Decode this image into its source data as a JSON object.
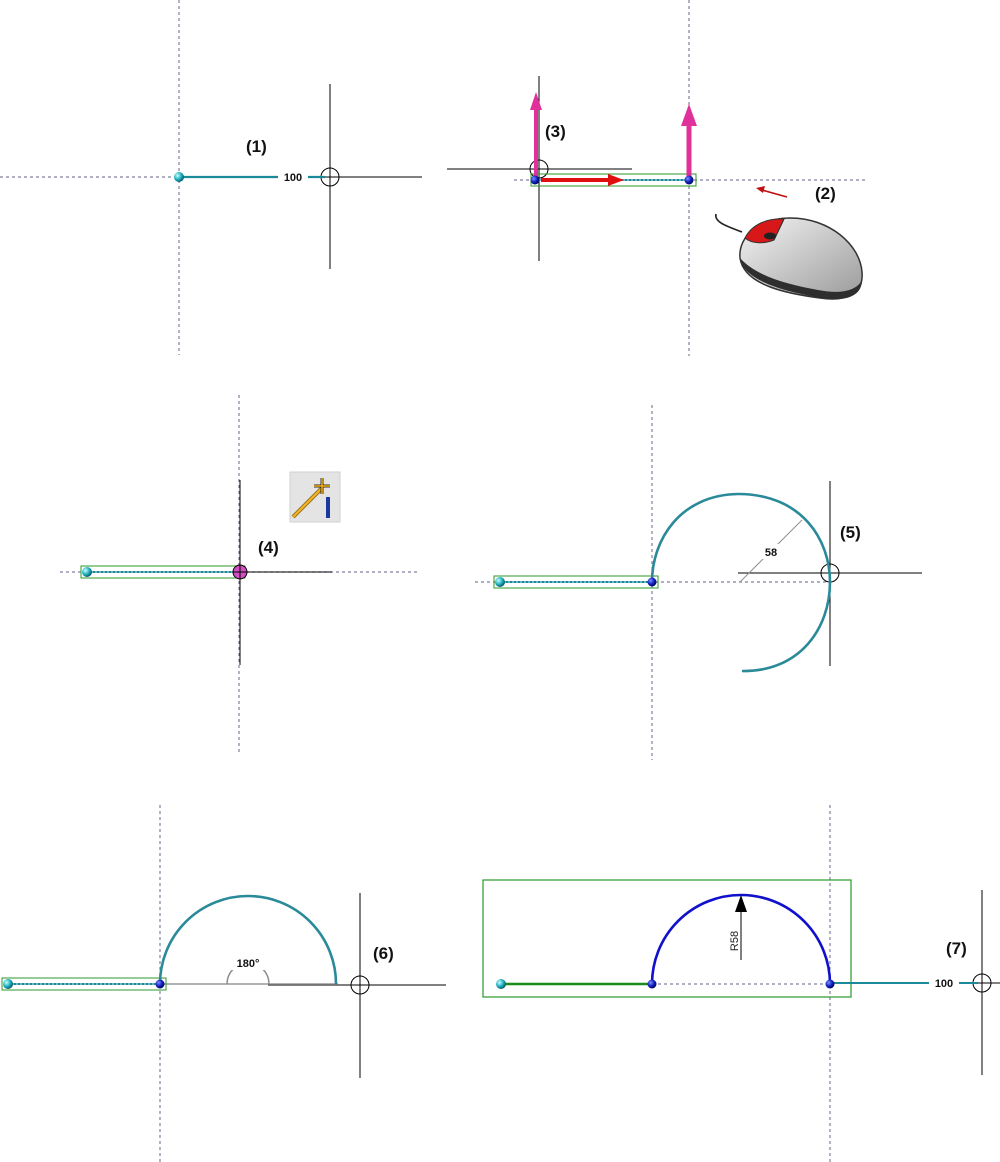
{
  "steps": [
    {
      "label": "(1)",
      "dimension": "100"
    },
    {
      "label": "(2)"
    },
    {
      "label": "(3)"
    },
    {
      "label": "(4)"
    },
    {
      "label": "(5)",
      "dimension": "58"
    },
    {
      "label": "(6)",
      "dimension": "180°"
    },
    {
      "label": "(7)",
      "dimension": "100",
      "radius_dimension": "R58"
    }
  ],
  "colors": {
    "line": "#1a8a9a",
    "arc": "#2a8a9a",
    "final_line": "#1a8a1a",
    "final_arc": "#1111cc",
    "selection_box": "#2a9a2a",
    "guide": "#8080a0",
    "crosshair": "#000000",
    "axis_arrow_vertical": "#e0309a",
    "axis_arrow_horizontal": "#e01010",
    "icon_bg": "#e4e4e4",
    "icon_pen": "#f0b020",
    "icon_bar": "#1a3aa0"
  },
  "icons": [
    "mouse-left-click-icon",
    "line-arc-tool-icon"
  ]
}
